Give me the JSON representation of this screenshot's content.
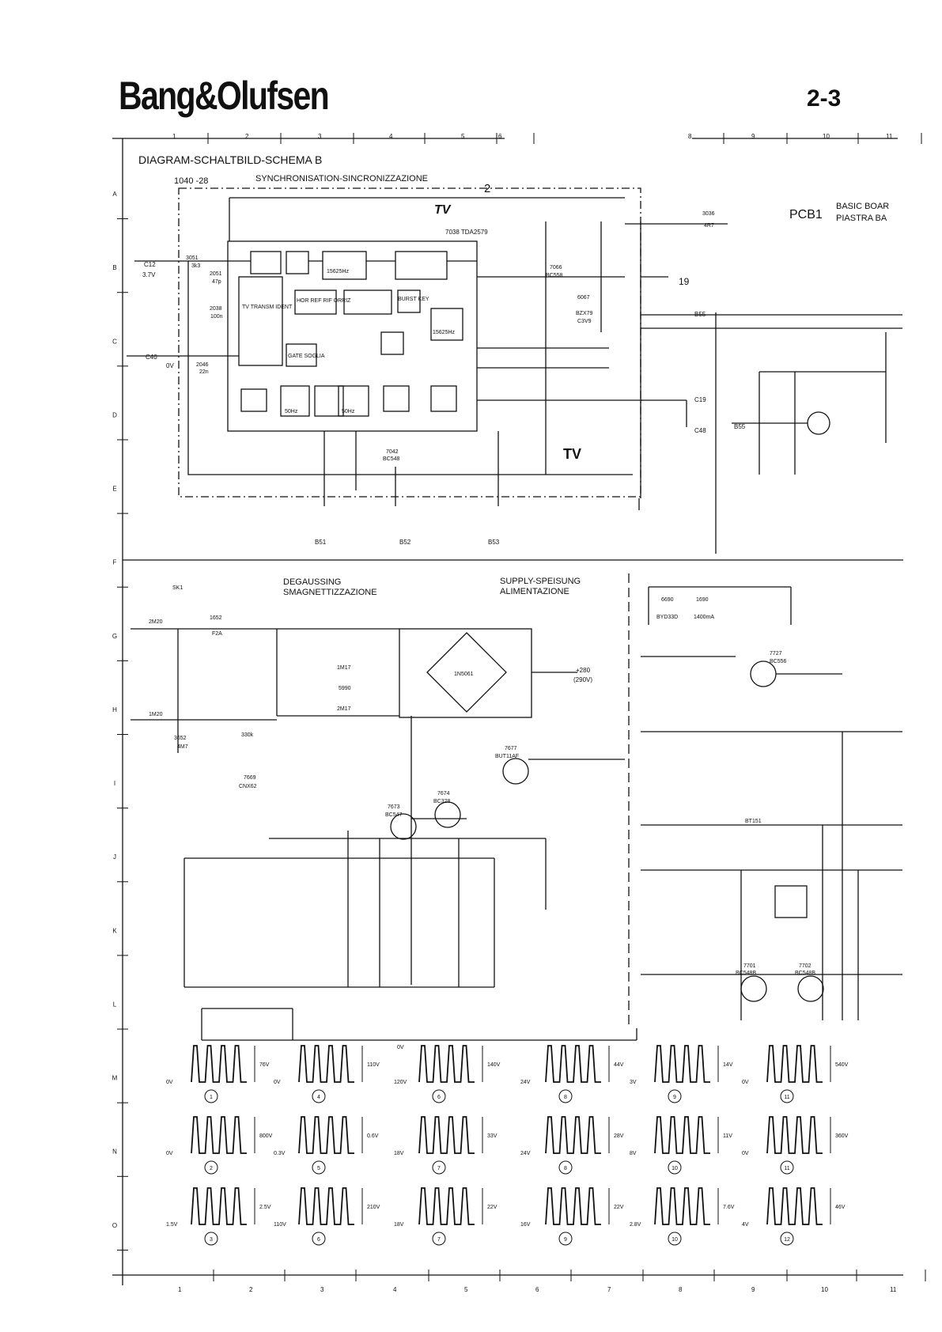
{
  "header": {
    "brand": "Bang&Olufsen",
    "page_number": "2-3"
  },
  "diagram": {
    "title": "DIAGRAM-SCHALTBILD-SCHEMA B",
    "board_code": "1040 -28",
    "section_sync": "SYNCHRONISATION-SINCRONIZZAZIONE",
    "sync_box_number": "2",
    "pcb": "PCB1",
    "pcb_desc_1": "BASIC BOAR",
    "pcb_desc_2": "PIASTRA BA",
    "section_degauss_1": "DEGAUSSING",
    "section_degauss_2": "SMAGNETTIZZAZIONE",
    "section_supply_1": "SUPPLY-SPEISUNG",
    "section_supply_2": "ALIMENTAZIONE",
    "ic_main": "7038 TDA2579",
    "ic_block_tv_transm": "TV TRANSM IDENT",
    "ic_block_hor_ref": "HOR REF RIF ORRIZ",
    "ic_block_burst": "BURST KEY",
    "ic_block_gate": "GATE SOGLIA",
    "ic_block_15625_a": "15625Hz",
    "ic_block_15625_b": "15625Hz",
    "ic_block_50hz_a": "50Hz",
    "ic_block_50hz_b": "50Hz",
    "bridge": "1N5061",
    "tv_badge": "TV",
    "sk1": "SK1",
    "conn_c12": "C12",
    "conn_c40": "C40",
    "conn_c19": "C19",
    "conn_c48": "C48",
    "conn_b55": "B55",
    "conn_b51": "B51",
    "conn_b52": "B52",
    "conn_b53": "B53",
    "v_c12": "3.7V",
    "v_c40": "0V",
    "v_19": "19",
    "v_280": "+280",
    "v_280_290": "(290V)",
    "comp_3051": "3051",
    "comp_3k3": "3k3",
    "comp_2051": "2051",
    "comp_47p": "47p",
    "comp_2038": "2038",
    "comp_100n": "100n",
    "comp_2046": "2046",
    "comp_22n": "22n",
    "comp_7066": "7066",
    "comp_bc558": "BC558",
    "comp_7042": "7042",
    "comp_bc548": "BC548",
    "comp_6067": "6067",
    "comp_bzx79": "BZX79",
    "comp_c3v9": "C3V9",
    "comp_3036": "3036",
    "comp_4r7": "4R7",
    "comp_7677": "7677",
    "comp_but11af": "BUT11AF",
    "comp_7673": "7673",
    "comp_bc547": "BC547",
    "comp_7674": "7674",
    "comp_bc328": "BC328",
    "comp_7727": "7727",
    "comp_bc556": "BC556",
    "comp_7701": "7701",
    "comp_bc548b": "BC548B",
    "comp_7702": "7702",
    "comp_bt151": "BT151",
    "comp_7669": "7669",
    "comp_cnx62": "CNX62",
    "comp_f2a": "F2A",
    "comp_1652": "1652",
    "comp_1690": "1690",
    "comp_1400ma": "1400mA",
    "comp_6690": "6690",
    "comp_byd33d": "BYD33D",
    "comp_5990": "5990",
    "comp_1m17": "1M17",
    "comp_2m17": "2M17",
    "comp_2m20": "2M20",
    "comp_1m20": "1M20",
    "comp_3652": "3652",
    "comp_4m7": "4M7",
    "comp_330k": "330k",
    "ruler_top": [
      "1",
      "2",
      "3",
      "4",
      "5",
      "6",
      "",
      "8",
      "9",
      "10",
      "11"
    ],
    "ruler_bottom": [
      "1",
      "2",
      "3",
      "4",
      "5",
      "6",
      "7",
      "8",
      "9",
      "10",
      "11"
    ],
    "ruler_left": [
      "A",
      "B",
      "C",
      "D",
      "E",
      "F",
      "G",
      "H",
      "I",
      "J",
      "K",
      "L",
      "M",
      "N",
      "O"
    ]
  },
  "waveforms": [
    {
      "id": "1",
      "high": "76V",
      "low": "0V"
    },
    {
      "id": "4",
      "high": "110V",
      "low": "0V"
    },
    {
      "id": "6",
      "high": "140V",
      "low": "120V",
      "mark": "0V"
    },
    {
      "id": "8",
      "high": "44V",
      "low": "24V"
    },
    {
      "id": "9",
      "high": "14V",
      "low": "3V"
    },
    {
      "id": "11",
      "high": "540V",
      "low": "0V"
    },
    {
      "id": "2",
      "high": "800V",
      "low": "0V"
    },
    {
      "id": "5",
      "high": "0.6V",
      "low": "0.3V"
    },
    {
      "id": "7",
      "high": "33V",
      "low": "18V"
    },
    {
      "id": "8",
      "high": "28V",
      "low": "24V"
    },
    {
      "id": "10",
      "high": "11V",
      "low": "8V"
    },
    {
      "id": "11",
      "high": "360V",
      "low": "0V"
    },
    {
      "id": "3",
      "high": "2.5V",
      "low": "1.5V"
    },
    {
      "id": "6",
      "high": "210V",
      "low": "110V"
    },
    {
      "id": "7",
      "high": "22V",
      "low": "18V"
    },
    {
      "id": "9",
      "high": "22V",
      "low": "16V"
    },
    {
      "id": "10",
      "high": "7.6V",
      "low": "2.8V"
    },
    {
      "id": "12",
      "high": "46V",
      "low": "4V"
    }
  ],
  "colors": {
    "ink": "#111111",
    "paper": "#ffffff"
  }
}
